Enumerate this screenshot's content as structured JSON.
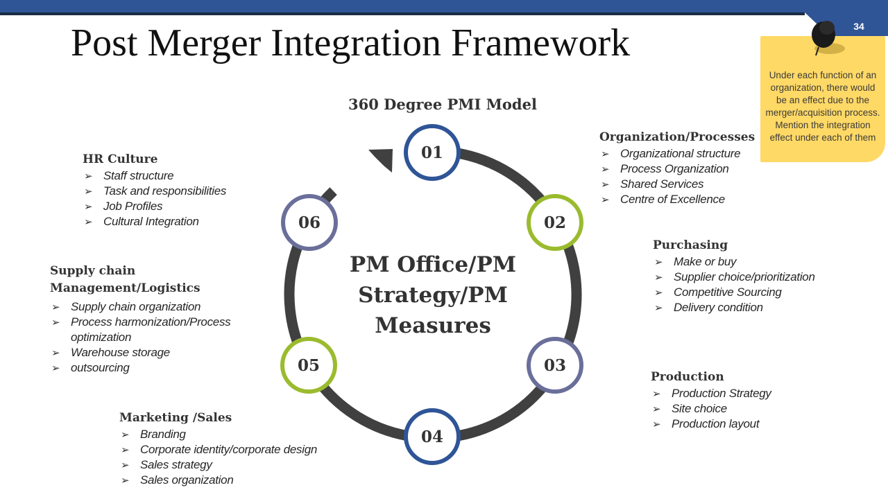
{
  "slide": {
    "title": "Post Merger Integration Framework",
    "page_number": "34"
  },
  "model": {
    "title": "360 Degree PMI Model",
    "center": [
      "PM Office/PM",
      "Strategy/PM",
      "Measures"
    ],
    "nodes": [
      "01",
      "02",
      "03",
      "04",
      "05",
      "06"
    ]
  },
  "blocks": {
    "organization": {
      "title": "Organization/Processes",
      "items": [
        "Organizational structure",
        "Process Organization",
        "Shared Services",
        "Centre of Excellence"
      ]
    },
    "purchasing": {
      "title": "Purchasing",
      "items": [
        "Make or buy",
        "Supplier choice/prioritization",
        "Competitive Sourcing",
        "Delivery condition"
      ]
    },
    "production": {
      "title": "Production",
      "items": [
        "Production Strategy",
        "Site choice",
        "Production layout"
      ]
    },
    "marketing": {
      "title": "Marketing /Sales",
      "items": [
        "Branding",
        "Corporate identity/corporate design",
        "Sales strategy",
        "Sales organization"
      ]
    },
    "supply": {
      "title_lines": [
        "Supply chain",
        "Management/Logistics"
      ],
      "items": [
        "Supply chain organization",
        "Process harmonization/Process",
        "optimization",
        "Warehouse storage",
        "outsourcing"
      ]
    },
    "hr": {
      "title": "HR Culture",
      "items": [
        "Staff structure",
        "Task and responsibilities",
        "Job Profiles",
        "Cultural Integration"
      ]
    }
  },
  "note": {
    "lines": [
      "Under each function of an",
      "organization, there would",
      "be an effect due to the",
      "merger/acquisition process.",
      "Mention the integration",
      "effect under each of them"
    ]
  },
  "colors": {
    "header_blue": "#2f5597",
    "header_dark": "#1c2b44",
    "ring": "#404040",
    "node_blue": "#2f5597",
    "node_green": "#9bbb2e",
    "node_purple": "#6a6f9a",
    "sticky_yellow": "#ffd966"
  },
  "icons": {
    "bullet": "arrowhead-bullet-icon",
    "pin": "pushpin-icon",
    "cycle_arrow": "cycle-arrow-icon"
  }
}
